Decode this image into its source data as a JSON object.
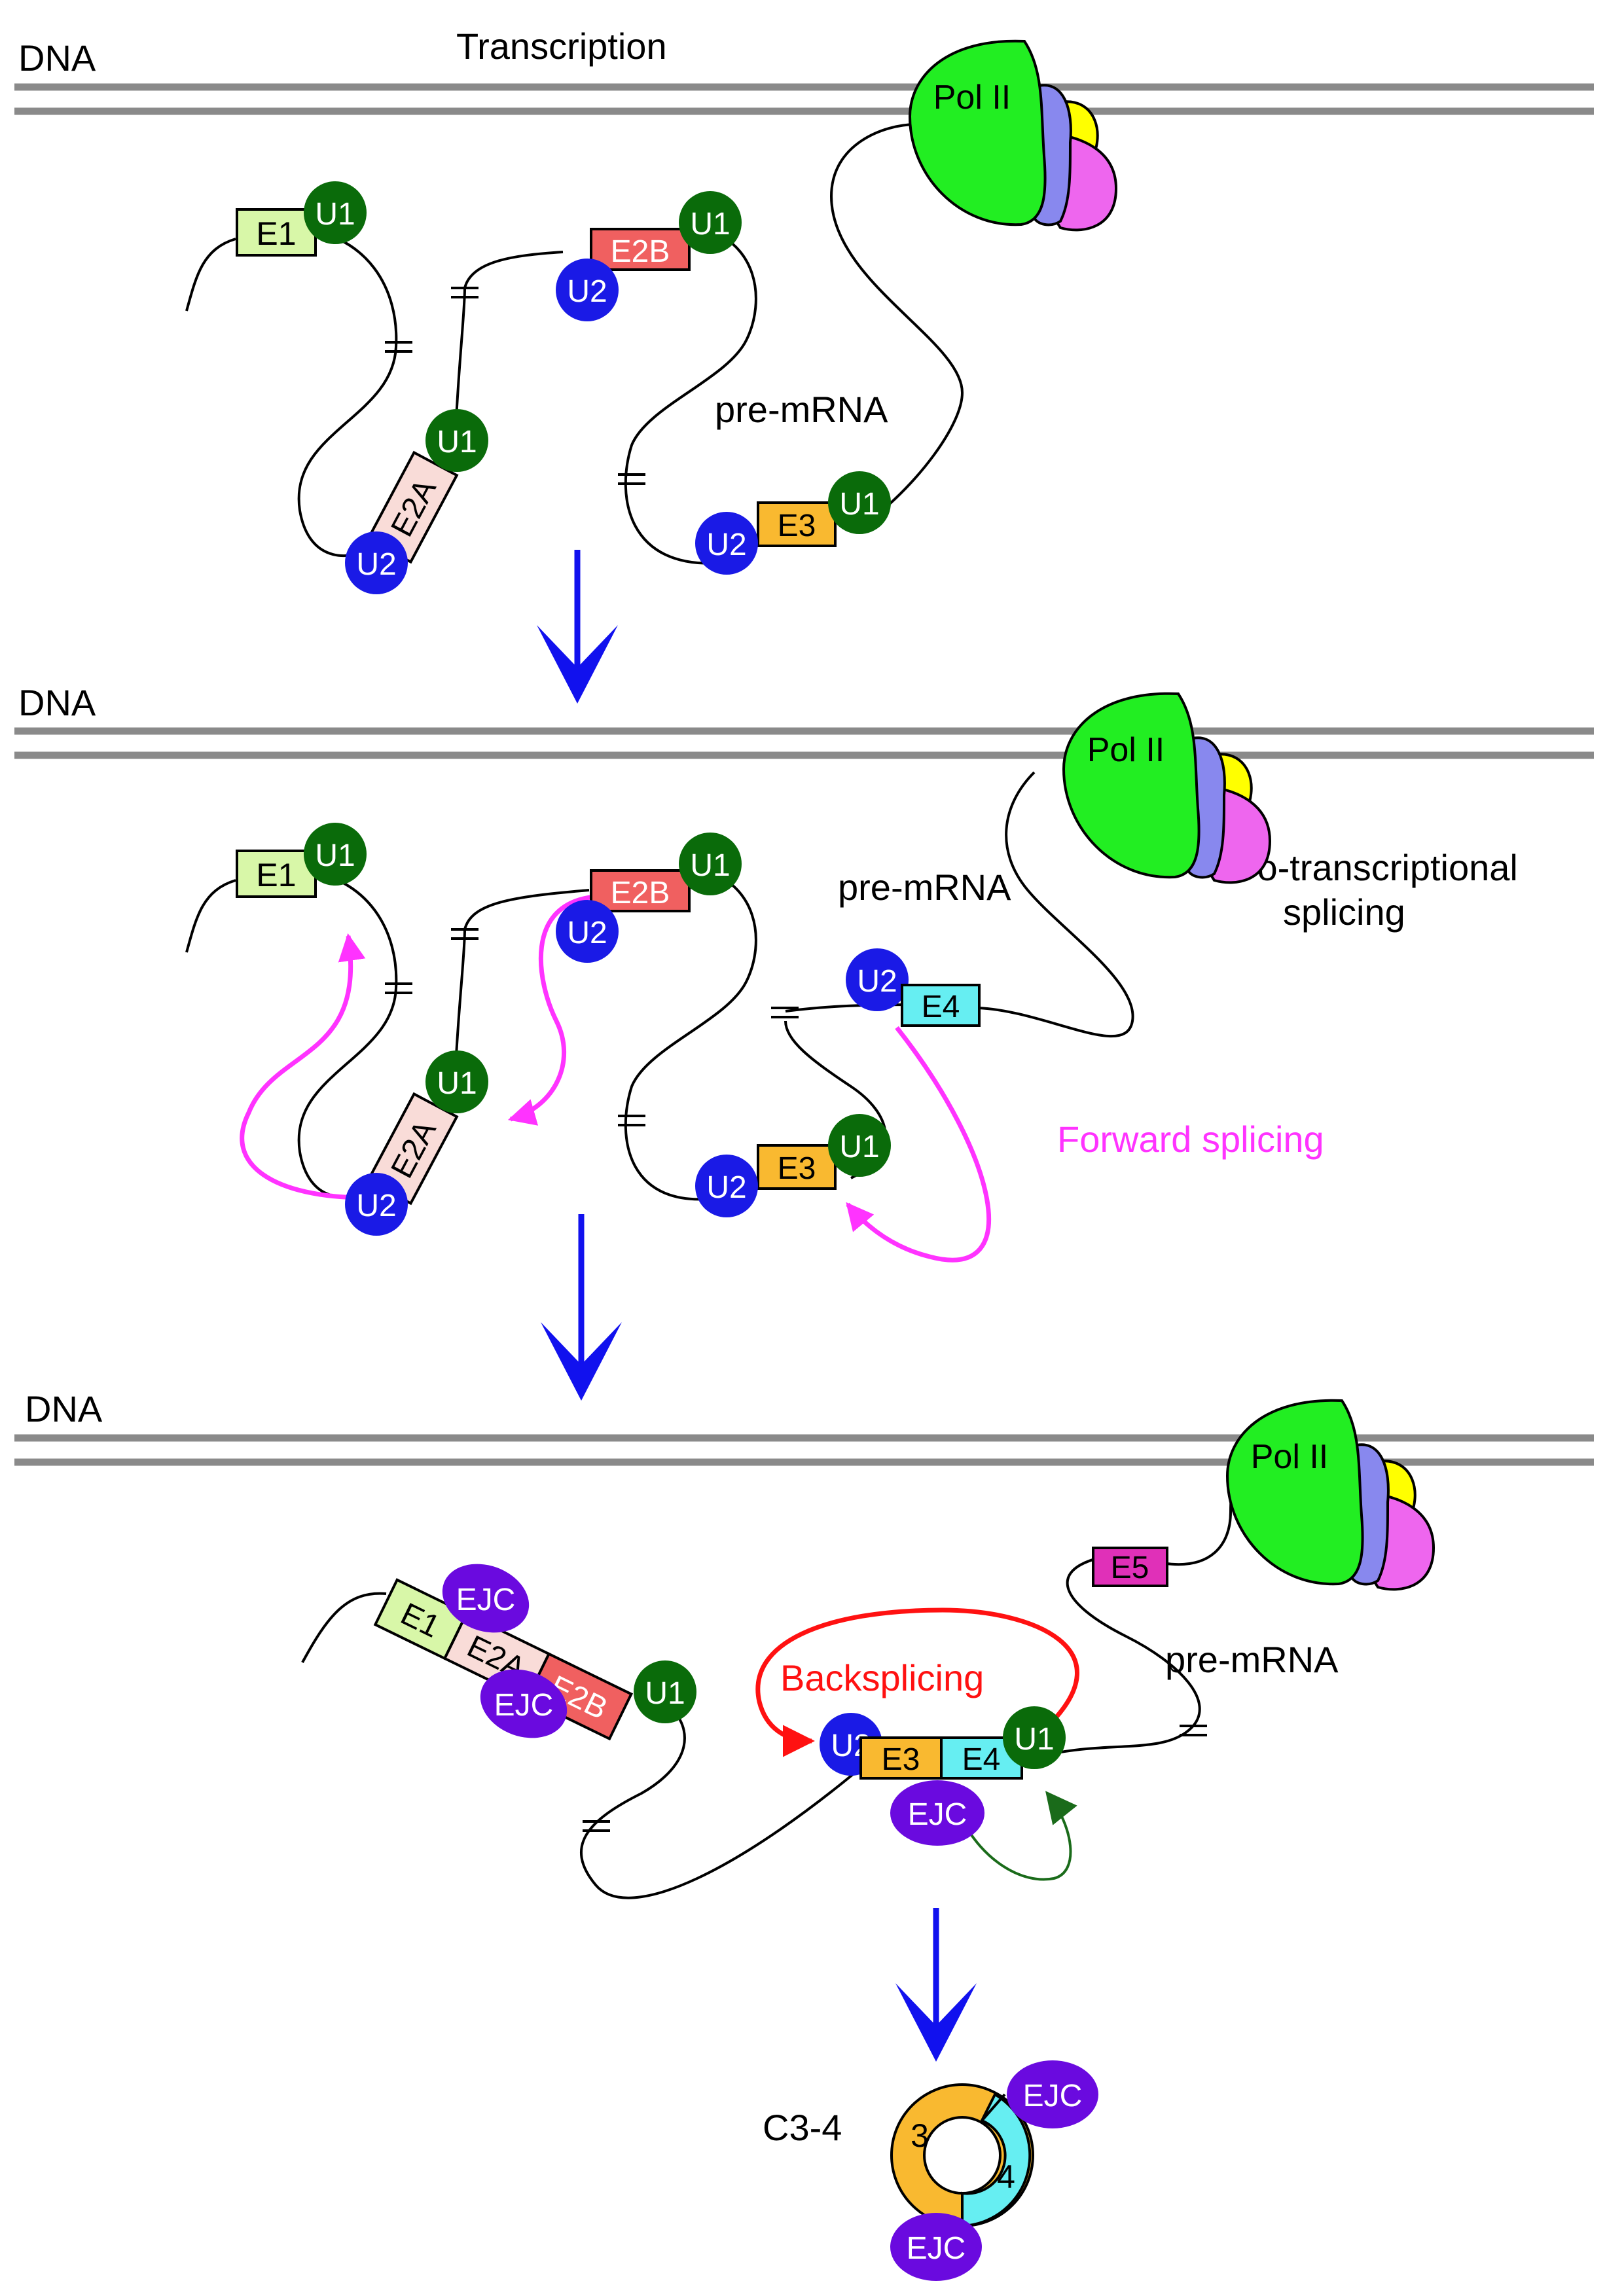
{
  "labels": {
    "dna": "DNA",
    "transcription": "Transcription",
    "pre_mrna": "pre-mRNA",
    "co_transcriptional_1": "Co-transcriptional",
    "co_transcriptional_2": "splicing",
    "forward_splicing": "Forward splicing",
    "backsplicing": "Backsplicing",
    "circ_name": "C3-4",
    "pol": "Pol II"
  },
  "factors": {
    "u1": "U1",
    "u2": "U2",
    "ejc": "EJC"
  },
  "exons": {
    "e1": "E1",
    "e2a": "E2A",
    "e2b": "E2B",
    "e3": "E3",
    "e4": "E4",
    "e5": "E5",
    "c3": "3",
    "c4": "4"
  },
  "colors": {
    "dna": "#8a8a8a",
    "pol_green": "#22ee22",
    "pol_blue": "#8888ee",
    "pol_yellow": "#ffff00",
    "pol_pink": "#ee66ee",
    "u1": "#0a6b0a",
    "u2": "#1a1ae6",
    "ejc": "#6a0adf",
    "e1": "#d8f7a8",
    "e2a": "#f9dcd8",
    "e2b": "#f06060",
    "e3": "#f9b930",
    "e4": "#66eef2",
    "e5": "#e030b8",
    "arrow": "#1111ee",
    "forward": "#ff33ff",
    "back": "#ff1111",
    "green_arrow": "#1a6b1a"
  }
}
